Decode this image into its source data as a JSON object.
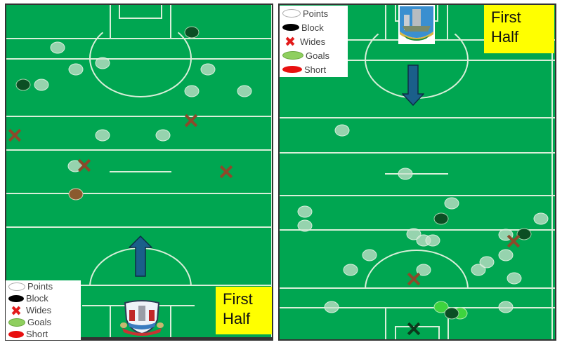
{
  "colors": {
    "pitch": "#00a651",
    "lines": "#d9efd9",
    "point": "#c8e1cd",
    "block": "#0b4f24",
    "wide": "#8b4a2b",
    "goal": "#3ed43e",
    "short": "#8a5a2e",
    "arrow": "#1a5f8a",
    "half_label_bg": "#ffff00"
  },
  "legend": {
    "items": [
      {
        "key": "points",
        "label": "Points"
      },
      {
        "key": "block",
        "label": "Block"
      },
      {
        "key": "wides",
        "label": "Wides"
      },
      {
        "key": "goals",
        "label": "Goals"
      },
      {
        "key": "short",
        "label": "Short"
      }
    ]
  },
  "left_panel": {
    "team_crest": "cork-crest",
    "half_label_line1": "First",
    "half_label_line2": "Half",
    "attack_direction": "up",
    "markers": {
      "points": [
        [
          82,
          68
        ],
        [
          108,
          99
        ],
        [
          146,
          90
        ],
        [
          59,
          121
        ],
        [
          296,
          99
        ],
        [
          273,
          130
        ],
        [
          348,
          130
        ],
        [
          146,
          193
        ],
        [
          232,
          193
        ],
        [
          107,
          237
        ]
      ],
      "blocks": [
        [
          273,
          46
        ],
        [
          33,
          121
        ]
      ],
      "wides": [
        [
          272,
          172
        ],
        [
          21,
          193
        ],
        [
          120,
          236
        ],
        [
          322,
          245
        ]
      ],
      "shorts": [
        [
          108,
          277
        ]
      ],
      "goals": []
    }
  },
  "right_panel": {
    "team_crest": "limerick-crest",
    "half_label_line1": "First",
    "half_label_line2": "Half",
    "attack_direction": "down",
    "markers": {
      "points": [
        [
          487,
          186
        ],
        [
          577,
          248
        ],
        [
          434,
          302
        ],
        [
          434,
          322
        ],
        [
          643,
          290
        ],
        [
          770,
          312
        ],
        [
          589,
          334
        ],
        [
          603,
          343
        ],
        [
          616,
          343
        ],
        [
          526,
          364
        ],
        [
          499,
          385
        ],
        [
          603,
          385
        ],
        [
          681,
          385
        ],
        [
          693,
          374
        ],
        [
          720,
          364
        ],
        [
          720,
          335
        ],
        [
          732,
          397
        ],
        [
          472,
          438
        ],
        [
          720,
          438
        ]
      ],
      "blocks": [
        [
          628,
          312
        ],
        [
          746,
          334
        ],
        [
          643,
          447
        ]
      ],
      "wides": [
        [
          731,
          344
        ],
        [
          589,
          398
        ]
      ],
      "wides_dark": [
        [
          589,
          469
        ]
      ],
      "goals": [
        [
          628,
          438
        ],
        [
          655,
          447
        ]
      ],
      "shorts": []
    }
  }
}
